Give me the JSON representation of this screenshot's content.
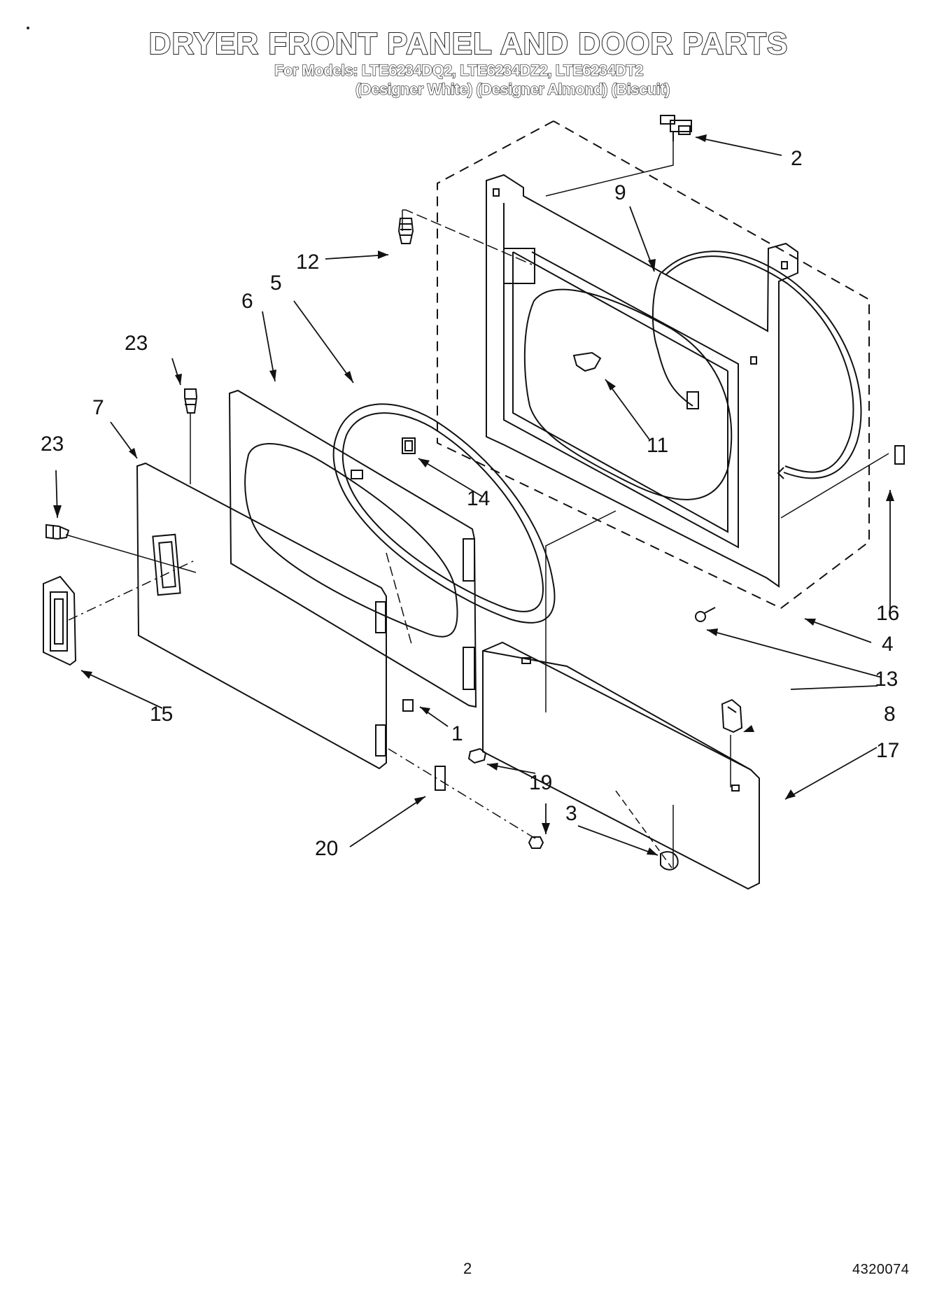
{
  "header": {
    "title": "DRYER FRONT PANEL AND DOOR PARTS",
    "models": "For Models: LTE6234DQ2, LTE6234DZ2, LTE6234DT2",
    "finishes": "(Designer White) (Designer Almond) (Biscuit)"
  },
  "callouts": {
    "c1": "1",
    "c2": "2",
    "c3": "3",
    "c4": "4",
    "c5": "5",
    "c6": "6",
    "c7": "7",
    "c8": "8",
    "c9": "9",
    "c11": "11",
    "c12": "12",
    "c13": "13",
    "c14": "14",
    "c15": "15",
    "c16": "16",
    "c17": "17",
    "c19": "19",
    "c20": "20",
    "c23a": "23",
    "c23b": "23"
  },
  "footer": {
    "page_number": "2",
    "document_number": "4320074"
  }
}
